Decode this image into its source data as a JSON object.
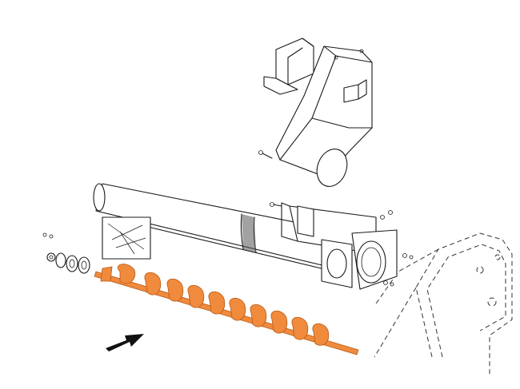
{
  "diagram": {
    "caption": "",
    "components": [
      {
        "name": "upper-chute-hood",
        "icon": "chute-hood-icon"
      },
      {
        "name": "loading-chute",
        "icon": "chute-icon"
      },
      {
        "name": "auger-tube",
        "icon": "tube-icon"
      },
      {
        "name": "bearing-housing",
        "icon": "housing-icon"
      },
      {
        "name": "flange-plate",
        "icon": "flange-icon"
      },
      {
        "name": "auger-flighting",
        "icon": "auger-icon"
      },
      {
        "name": "hardware-washers",
        "icon": "washer-icon"
      },
      {
        "name": "machine-frame",
        "icon": "frame-icon"
      }
    ],
    "colors": {
      "highlight": "#f08a3c",
      "line": "#1a1a1a",
      "background": "#ffffff"
    },
    "arrow_icon": "direction-arrow-icon"
  }
}
